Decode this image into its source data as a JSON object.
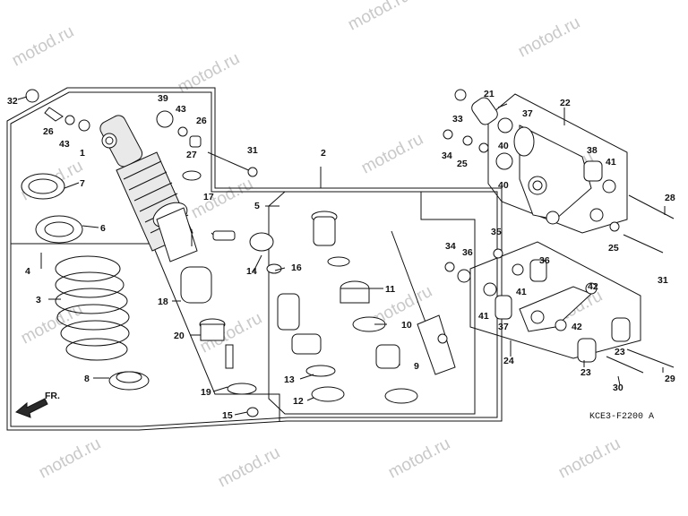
{
  "watermark": "motod.ru",
  "diagram_code": "KCE3-F2200 A",
  "direction_label": "FR.",
  "callouts": [
    "1",
    "2",
    "3",
    "4",
    "5",
    "6",
    "7",
    "8",
    "9",
    "10",
    "11",
    "12",
    "13",
    "14",
    "15",
    "16",
    "17",
    "18",
    "19",
    "20",
    "21",
    "22",
    "23",
    "23",
    "24",
    "25",
    "25",
    "26",
    "26",
    "27",
    "28",
    "29",
    "30",
    "31",
    "31",
    "32",
    "33",
    "34",
    "34",
    "35",
    "36",
    "36",
    "37",
    "37",
    "38",
    "39",
    "40",
    "40",
    "41",
    "41",
    "41",
    "42",
    "42",
    "43",
    "43"
  ]
}
